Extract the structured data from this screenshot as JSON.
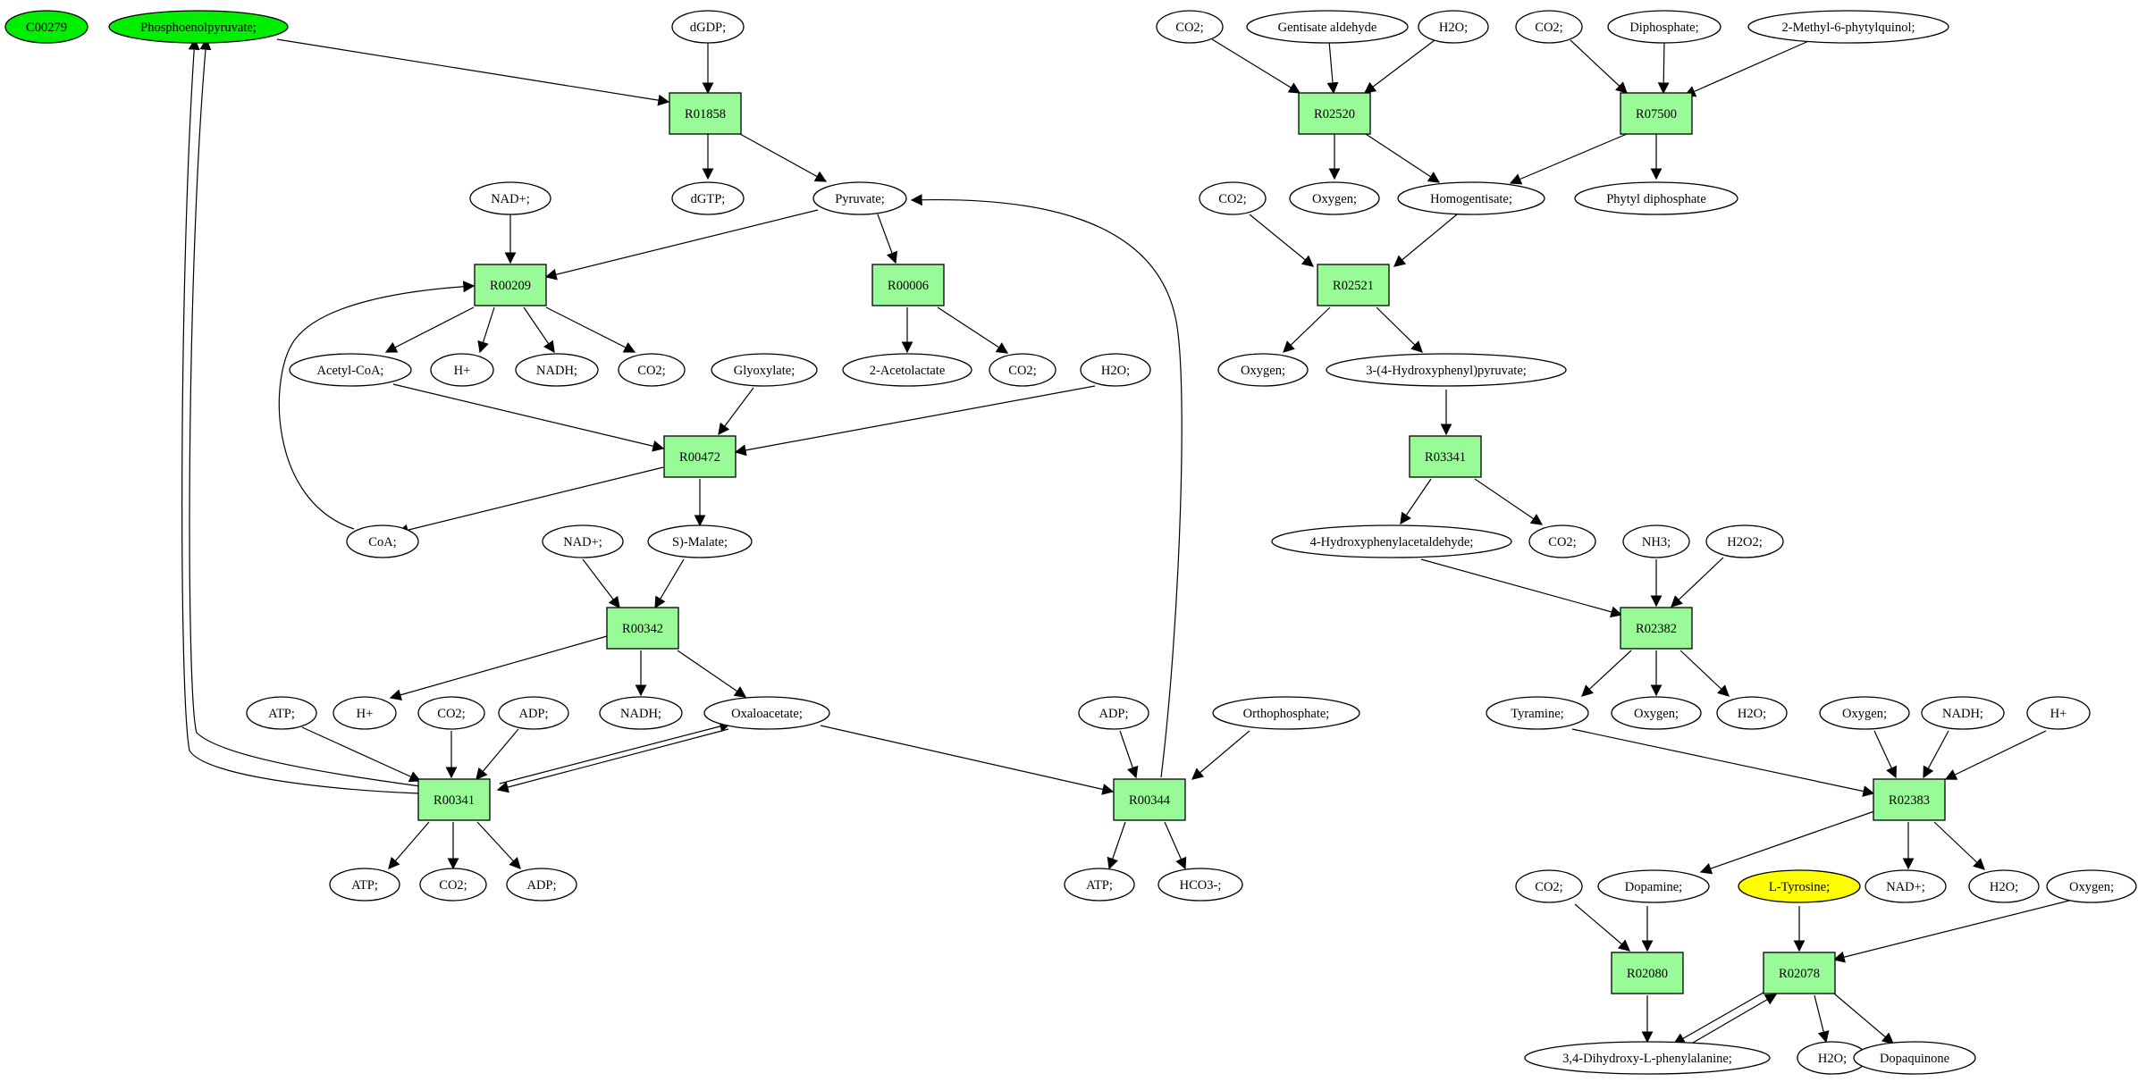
{
  "colors": {
    "reaction_fill": "#98fb98",
    "highlight_green": "#00ee00",
    "highlight_yellow": "#ffff00",
    "compound_fill": "#ffffff",
    "stroke": "#000000"
  },
  "nodes": {
    "c00279": "C00279",
    "pep": "Phosphoenolpyruvate;",
    "dgdp": "dGDP;",
    "r01858": "R01858",
    "dgtp": "dGTP;",
    "pyruvate": "Pyruvate;",
    "nad_a": "NAD+;",
    "r00209": "R00209",
    "r00006": "R00006",
    "acetylcoa": "Acetyl-CoA;",
    "hplus_a": "H+",
    "nadh_a": "NADH;",
    "co2_a": "CO2;",
    "glyoxylate": "Glyoxylate;",
    "acetolactate": "2-Acetolactate",
    "co2_b": "CO2;",
    "h2o_a": "H2O;",
    "r00472": "R00472",
    "coa": "CoA;",
    "nad_b": "NAD+;",
    "smalate": "S)-Malate;",
    "r00342": "R00342",
    "atp_a": "ATP;",
    "hplus_b": "H+",
    "co2_c": "CO2;",
    "adp_a": "ADP;",
    "nadh_b": "NADH;",
    "oxaloacetate": "Oxaloacetate;",
    "adp_b": "ADP;",
    "orthophosphate": "Orthophosphate;",
    "r00341": "R00341",
    "r00344": "R00344",
    "atp_b": "ATP;",
    "co2_d": "CO2;",
    "adp_c": "ADP;",
    "atp_c": "ATP;",
    "hco3": "HCO3-;",
    "co2_e": "CO2;",
    "gentisate": "Gentisate aldehyde",
    "h2o_b": "H2O;",
    "co2_f": "CO2;",
    "diphosphate": "Diphosphate;",
    "methylphytyl": "2-Methyl-6-phytylquinol;",
    "r02520": "R02520",
    "r07500": "R07500",
    "co2_g": "CO2;",
    "oxygen_a": "Oxygen;",
    "homogentisate": "Homogentisate;",
    "phytyl": "Phytyl diphosphate",
    "r02521": "R02521",
    "oxygen_b": "Oxygen;",
    "hydroxyphenylpyruvate": "3-(4-Hydroxyphenyl)pyruvate;",
    "r03341": "R03341",
    "hydroxyphenylacetaldehyde": "4-Hydroxyphenylacetaldehyde;",
    "co2_h": "CO2;",
    "nh3": "NH3;",
    "h2o2": "H2O2;",
    "r02382": "R02382",
    "tyramine": "Tyramine;",
    "oxygen_c": "Oxygen;",
    "h2o_c": "H2O;",
    "oxygen_d": "Oxygen;",
    "nadh_c": "NADH;",
    "hplus_c": "H+",
    "r02383": "R02383",
    "co2_i": "CO2;",
    "dopamine": "Dopamine;",
    "ltyrosine": "L-Tyrosine;",
    "nad_c": "NAD+;",
    "h2o_d": "H2O;",
    "oxygen_e": "Oxygen;",
    "r02080": "R02080",
    "r02078": "R02078",
    "dopa": "3,4-Dihydroxy-L-phenylalanine;",
    "h2o_e": "H2O;",
    "dopaquinone": "Dopaquinone"
  }
}
